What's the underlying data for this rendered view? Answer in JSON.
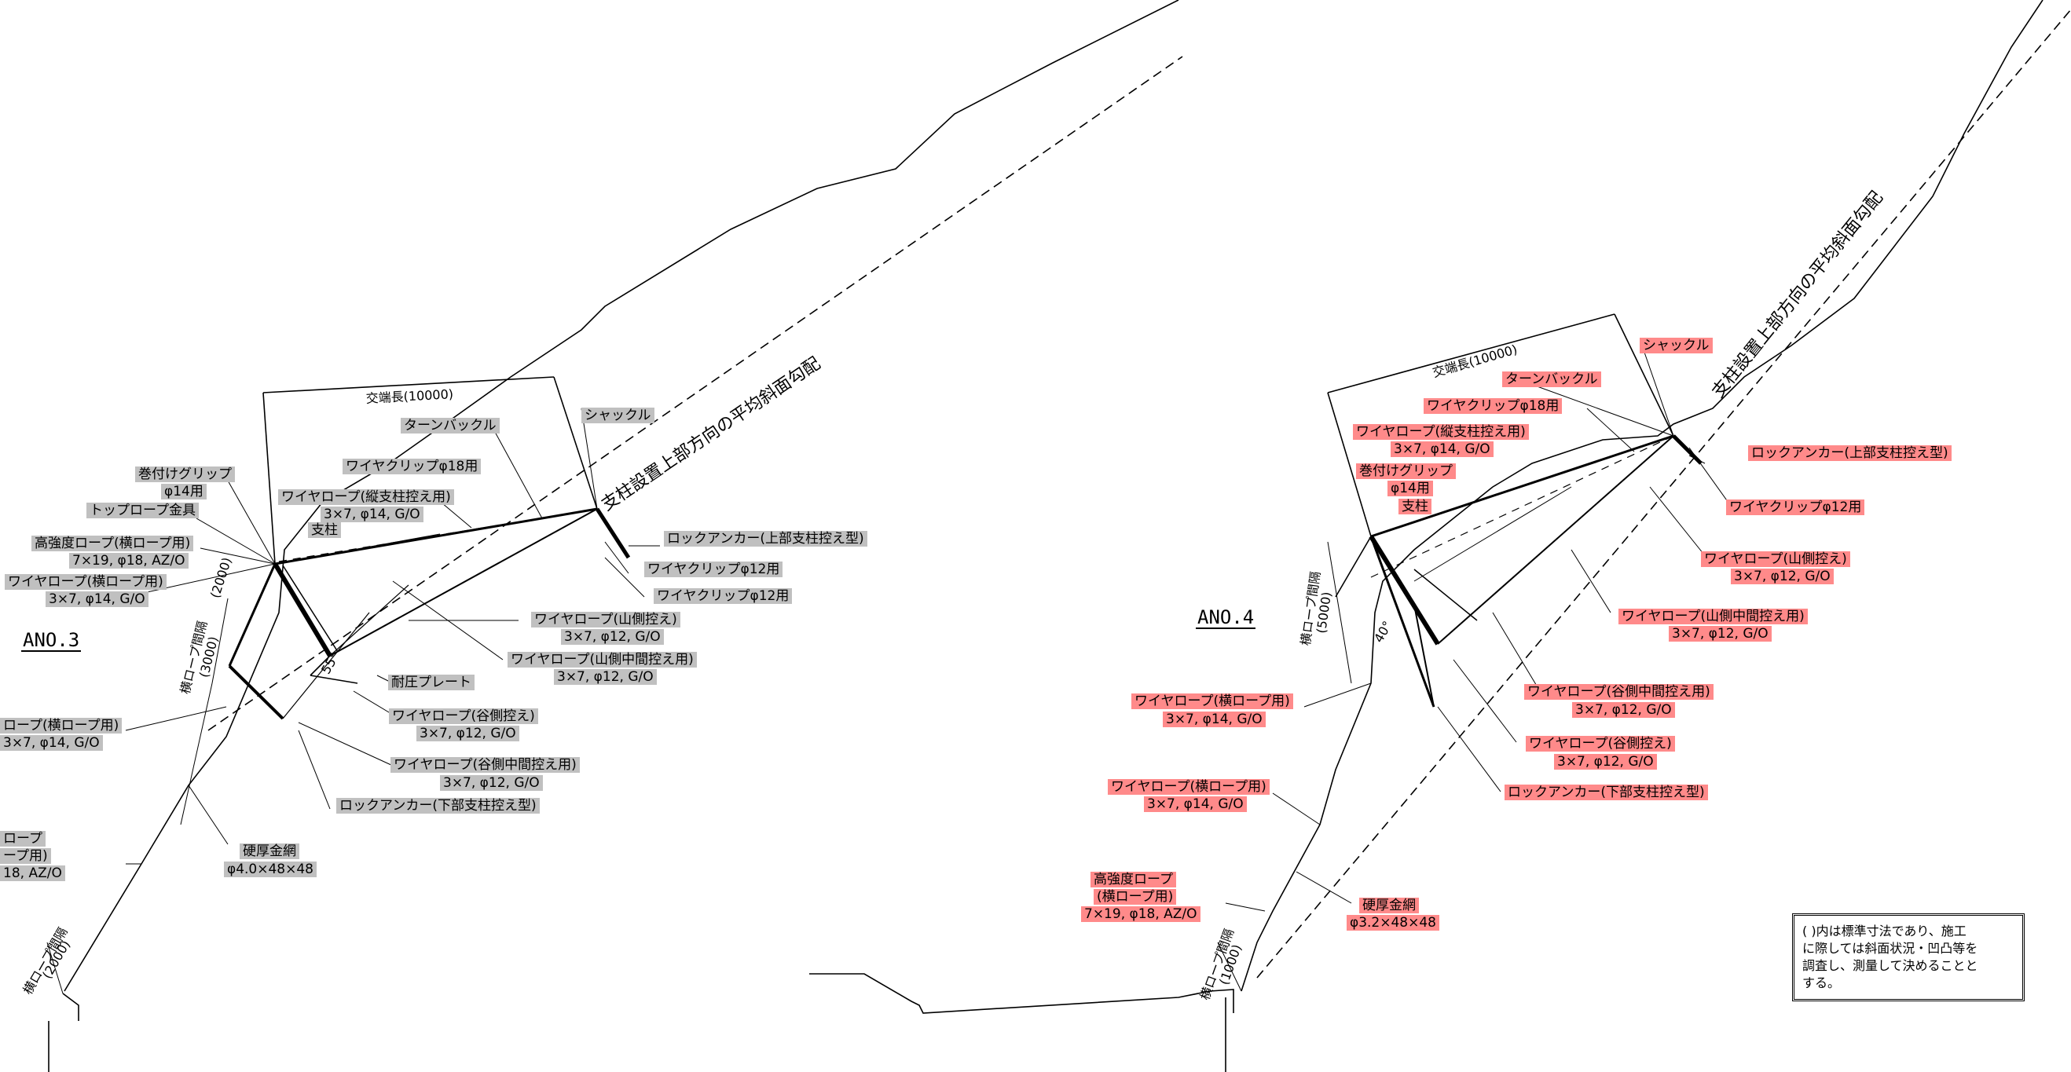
{
  "sections": {
    "left": {
      "title": "ANO.3"
    },
    "right": {
      "title": "ANO.4"
    }
  },
  "dims": {
    "left_span": "交端長(10000)",
    "right_span": "交端長(10000)",
    "left_slope": "支柱設置上部方向の平均斜面勾配",
    "right_slope": "支柱設置上部方向の平均斜面勾配",
    "left_rope_gap_upper": "(2000)",
    "left_rope_gap_mid": "横ロープ間隔",
    "left_rope_gap_mid_val": "(3000)",
    "left_rope_gap_low": "横ロープ間隔",
    "left_rope_gap_low_val": "(2000)",
    "right_rope_gap": "横ロープ間隔",
    "right_rope_gap_val": "(5000)",
    "right_rope_gap_low": "横ロープ間隔",
    "right_rope_gap_low_val": "(1000)",
    "left_angle": "55°",
    "right_angle": "40°"
  },
  "labels_left": {
    "maki_grip": "巻付けグリップ",
    "maki_grip_size": "φ14用",
    "top_rope": "トップロープ金具",
    "high_rope": "高強度ロープ(横ロープ用)",
    "high_rope_spec": "7×19, φ18, AZ/O",
    "wire_yoko": "ワイヤロープ(横ロープ用)",
    "wire_yoko_spec": "3×7, φ14, G/O",
    "turnbuckle": "ターンバックル",
    "clip18": "ワイヤクリップφ18用",
    "wire_tate": "ワイヤロープ(縦支柱控え用)",
    "wire_tate_spec": "3×7, φ14, G/O",
    "post": "支柱",
    "shackle": "シャックル",
    "rock_upper": "ロックアンカー(上部支柱控え型)",
    "clip12_a": "ワイヤクリップφ12用",
    "clip12_b": "ワイヤクリップφ12用",
    "wire_yama": "ワイヤロープ(山側控え)",
    "wire_yama_spec": "3×7, φ12, G/O",
    "wire_yama_mid": "ワイヤロープ(山側中間控え用)",
    "wire_yama_mid_spec": "3×7, φ12, G/O",
    "plate": "耐圧プレート",
    "wire_tani": "ワイヤロープ(谷側控え)",
    "wire_tani_spec": "3×7, φ12, G/O",
    "wire_tani_mid": "ワイヤロープ(谷側中間控え用)",
    "wire_tani_mid_spec": "3×7, φ12, G/O",
    "rock_lower": "ロックアンカー(下部支柱控え型)",
    "mesh": "硬厚金網",
    "mesh_spec": "φ4.0×48×48",
    "cut_yoko": "ロープ(横ロープ用)",
    "cut_yoko_spec": "3×7, φ14, G/O",
    "cut_high_a": "ロープ",
    "cut_high_b": "ープ用)",
    "cut_high_spec": "18, AZ/O"
  },
  "labels_right": {
    "shackle": "シャックル",
    "turnbuckle": "ターンバックル",
    "clip18": "ワイヤクリップφ18用",
    "wire_tate": "ワイヤロープ(縦支柱控え用)",
    "wire_tate_spec": "3×7, φ14, G/O",
    "maki_grip": "巻付けグリップ",
    "maki_grip_size": "φ14用",
    "post": "支柱",
    "rock_upper": "ロックアンカー(上部支柱控え型)",
    "clip12": "ワイヤクリップφ12用",
    "wire_yama": "ワイヤロープ(山側控え)",
    "wire_yama_spec": "3×7, φ12, G/O",
    "wire_yama_mid": "ワイヤロープ(山側中間控え用)",
    "wire_yama_mid_spec": "3×7, φ12, G/O",
    "wire_tani_mid": "ワイヤロープ(谷側中間控え用)",
    "wire_tani_mid_spec": "3×7, φ12, G/O",
    "wire_tani": "ワイヤロープ(谷側控え)",
    "wire_tani_spec": "3×7, φ12, G/O",
    "rock_lower": "ロックアンカー(下部支柱控え型)",
    "wire_yoko_a": "ワイヤロープ(横ロープ用)",
    "wire_yoko_a_spec": "3×7, φ14, G/O",
    "wire_yoko_b": "ワイヤロープ(横ロープ用)",
    "wire_yoko_b_spec": "3×7, φ14, G/O",
    "high_rope_a": "高強度ロープ",
    "high_rope_b": "(横ロープ用)",
    "high_rope_spec": "7×19, φ18, AZ/O",
    "mesh": "硬厚金網",
    "mesh_spec": "φ3.2×48×48"
  },
  "note": {
    "lines": [
      "( )内は標準寸法であり、施工",
      "に際しては斜面状況・凹凸等を",
      "調査し、測量して決めることと",
      "する。"
    ]
  },
  "colors": {
    "left_label_bg": "#c0c0c0",
    "right_label_bg": "#ff8a8a",
    "line": "#000000"
  }
}
